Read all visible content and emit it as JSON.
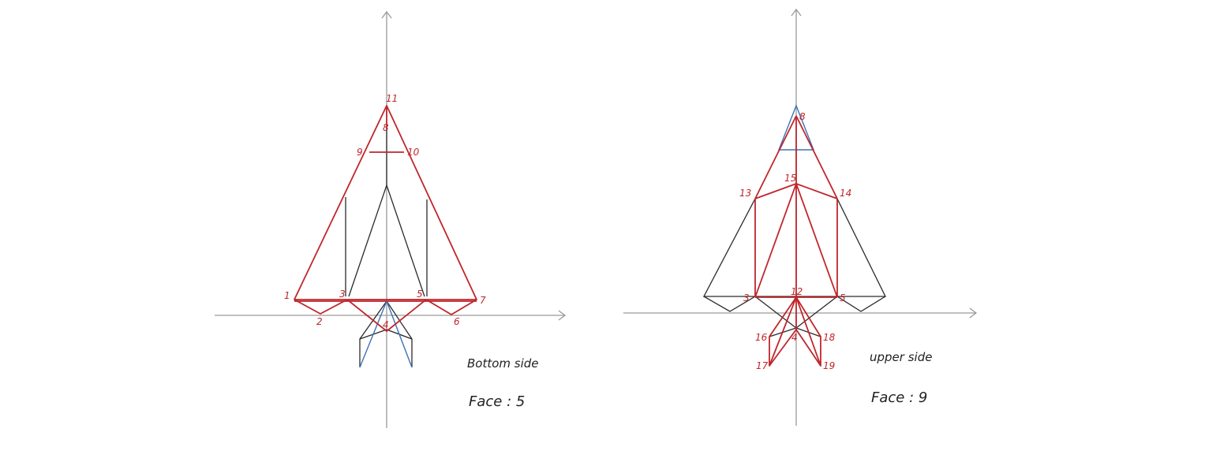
{
  "colors": {
    "axis": "#9a9a9a",
    "black": "#2b2b2b",
    "red": "#c0262b",
    "blue": "#3b73b8"
  },
  "panels": {
    "bottom": {
      "title": "Bottom side",
      "face": "Face : 5",
      "labels": {
        "n1": "1",
        "n2": "2",
        "n3": "3",
        "n4": "4",
        "n5": "5",
        "n6": "6",
        "n7": "7",
        "n8": "8",
        "n9": "9",
        "n10": "10",
        "n11": "11"
      }
    },
    "upper": {
      "title": "upper side",
      "face": "Face : 9",
      "labels": {
        "n3": "3",
        "n4": "4",
        "n5": "5",
        "n8": "8",
        "n12": "12",
        "n13": "13",
        "n14": "14",
        "n15": "15",
        "n16": "16",
        "n17": "17",
        "n18": "18",
        "n19": "19"
      }
    }
  }
}
